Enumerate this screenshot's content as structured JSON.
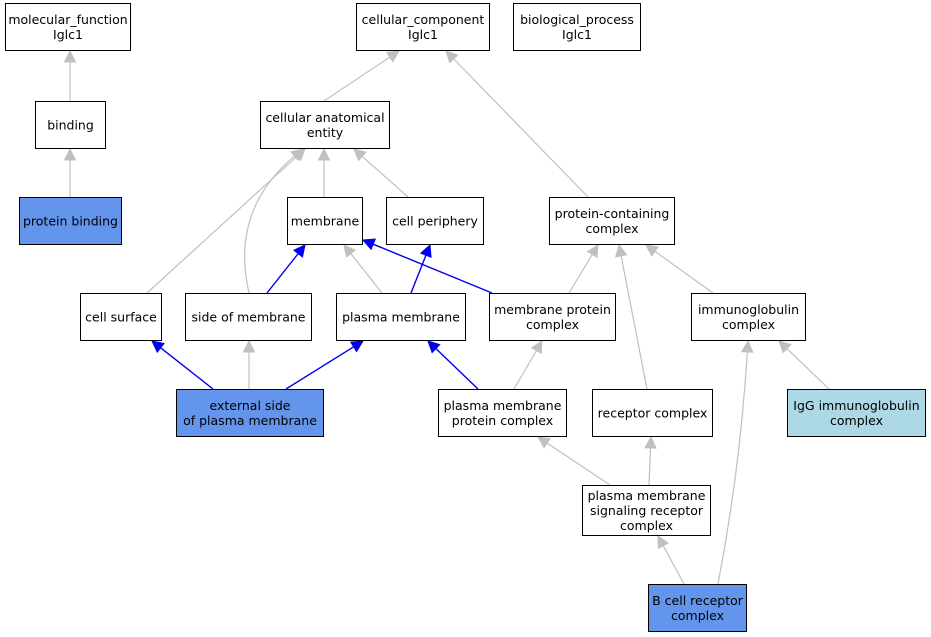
{
  "colors": {
    "default_fill": "#ffffff",
    "highlight_fill": "#6495ed",
    "light_fill": "#add8e6",
    "edge_gray": "#c0c0c0",
    "edge_blue": "#0000ee"
  },
  "nodes": {
    "molecular_function": {
      "lines": [
        "molecular_function",
        "Iglc1"
      ],
      "fill": "default"
    },
    "cellular_component": {
      "lines": [
        "cellular_component",
        "Iglc1"
      ],
      "fill": "default"
    },
    "biological_process": {
      "lines": [
        "biological_process",
        "Iglc1"
      ],
      "fill": "default"
    },
    "binding": {
      "lines": [
        "binding"
      ],
      "fill": "default"
    },
    "cellular_anatomical_entity": {
      "lines": [
        "cellular anatomical",
        "entity"
      ],
      "fill": "default"
    },
    "protein_binding": {
      "lines": [
        "protein binding"
      ],
      "fill": "highlight"
    },
    "membrane": {
      "lines": [
        "membrane"
      ],
      "fill": "default"
    },
    "cell_periphery": {
      "lines": [
        "cell periphery"
      ],
      "fill": "default"
    },
    "protein_containing_complex": {
      "lines": [
        "protein-containing",
        "complex"
      ],
      "fill": "default"
    },
    "cell_surface": {
      "lines": [
        "cell surface"
      ],
      "fill": "default"
    },
    "side_of_membrane": {
      "lines": [
        "side of membrane"
      ],
      "fill": "default"
    },
    "plasma_membrane": {
      "lines": [
        "plasma membrane"
      ],
      "fill": "default"
    },
    "membrane_protein_complex": {
      "lines": [
        "membrane protein",
        "complex"
      ],
      "fill": "default"
    },
    "immunoglobulin_complex": {
      "lines": [
        "immunoglobulin",
        "complex"
      ],
      "fill": "default"
    },
    "external_side_of_plasma_membrane": {
      "lines": [
        "external side",
        "of plasma membrane"
      ],
      "fill": "highlight"
    },
    "plasma_membrane_protein_complex": {
      "lines": [
        "plasma membrane",
        "protein complex"
      ],
      "fill": "default"
    },
    "receptor_complex": {
      "lines": [
        "receptor complex"
      ],
      "fill": "default"
    },
    "igg_immunoglobulin_complex": {
      "lines": [
        "IgG immunoglobulin",
        "complex"
      ],
      "fill": "light"
    },
    "plasma_membrane_signaling_receptor_complex": {
      "lines": [
        "plasma membrane",
        "signaling receptor",
        "complex"
      ],
      "fill": "default"
    },
    "b_cell_receptor_complex": {
      "lines": [
        "B cell receptor",
        "complex"
      ],
      "fill": "highlight"
    }
  },
  "edges": [
    {
      "from": "binding",
      "to": "molecular_function",
      "color": "gray"
    },
    {
      "from": "protein_binding",
      "to": "binding",
      "color": "gray"
    },
    {
      "from": "cellular_anatomical_entity",
      "to": "cellular_component",
      "color": "gray"
    },
    {
      "from": "protein_containing_complex",
      "to": "cellular_component",
      "color": "gray"
    },
    {
      "from": "cell_surface",
      "to": "cellular_anatomical_entity",
      "color": "gray"
    },
    {
      "from": "side_of_membrane",
      "to": "cellular_anatomical_entity",
      "color": "gray"
    },
    {
      "from": "membrane",
      "to": "cellular_anatomical_entity",
      "color": "gray"
    },
    {
      "from": "cell_periphery",
      "to": "cellular_anatomical_entity",
      "color": "gray"
    },
    {
      "from": "side_of_membrane",
      "to": "membrane",
      "color": "blue"
    },
    {
      "from": "plasma_membrane",
      "to": "membrane",
      "color": "gray"
    },
    {
      "from": "membrane_protein_complex",
      "to": "membrane",
      "color": "blue"
    },
    {
      "from": "plasma_membrane",
      "to": "cell_periphery",
      "color": "blue"
    },
    {
      "from": "membrane_protein_complex",
      "to": "protein_containing_complex",
      "color": "gray"
    },
    {
      "from": "receptor_complex",
      "to": "protein_containing_complex",
      "color": "gray"
    },
    {
      "from": "immunoglobulin_complex",
      "to": "protein_containing_complex",
      "color": "gray"
    },
    {
      "from": "external_side_of_plasma_membrane",
      "to": "cell_surface",
      "color": "blue"
    },
    {
      "from": "external_side_of_plasma_membrane",
      "to": "side_of_membrane",
      "color": "gray"
    },
    {
      "from": "external_side_of_plasma_membrane",
      "to": "plasma_membrane",
      "color": "blue"
    },
    {
      "from": "plasma_membrane_protein_complex",
      "to": "plasma_membrane",
      "color": "blue"
    },
    {
      "from": "plasma_membrane_protein_complex",
      "to": "membrane_protein_complex",
      "color": "gray"
    },
    {
      "from": "igg_immunoglobulin_complex",
      "to": "immunoglobulin_complex",
      "color": "gray"
    },
    {
      "from": "plasma_membrane_signaling_receptor_complex",
      "to": "plasma_membrane_protein_complex",
      "color": "gray"
    },
    {
      "from": "plasma_membrane_signaling_receptor_complex",
      "to": "receptor_complex",
      "color": "gray"
    },
    {
      "from": "b_cell_receptor_complex",
      "to": "plasma_membrane_signaling_receptor_complex",
      "color": "gray"
    },
    {
      "from": "b_cell_receptor_complex",
      "to": "immunoglobulin_complex",
      "color": "gray"
    }
  ]
}
